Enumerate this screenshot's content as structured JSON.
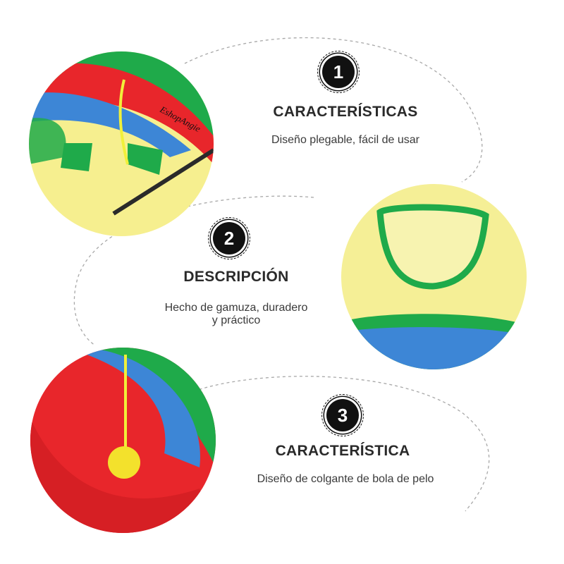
{
  "sections": [
    {
      "number": "1",
      "title": "CARACTERÍSTICAS",
      "description": [
        "Diseño plegable, fácil de usar"
      ]
    },
    {
      "number": "2",
      "title": "DESCRIPCIÓN",
      "description": [
        "Hecho de gamuza, duradero",
        "y práctico"
      ]
    },
    {
      "number": "3",
      "title": "CARACTERÍSTICA",
      "description": [
        "Diseño de colgante de bola de pelo"
      ]
    }
  ],
  "brand_logo_text": "EshopAngie",
  "colors": {
    "red": "#e8262b",
    "green": "#1faa4a",
    "blue": "#3d86d6",
    "yellow": "#f4ee8a",
    "badge": "#111111"
  }
}
